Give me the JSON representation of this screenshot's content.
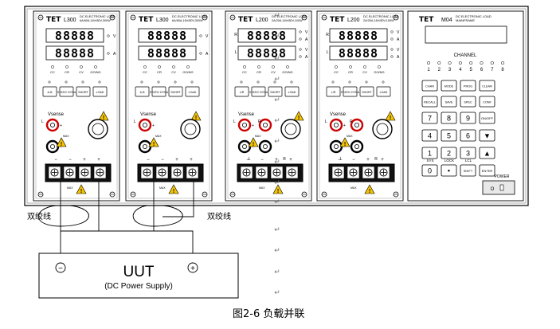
{
  "loads": [
    {
      "brand": "TET",
      "model": "L300",
      "title": "DC ELECTRONIC LOAD",
      "spec": "6A/60A,16V/80V,300W",
      "mode_labels": [
        "CC",
        "CR",
        "CV",
        "GO/NG"
      ],
      "buttons": [
        "A-B",
        "STATIC DYNA",
        "SHORT",
        "LOAD"
      ],
      "vsense": "Vsense",
      "dual": false,
      "display": "88888"
    },
    {
      "brand": "TET",
      "model": "L300",
      "title": "DC ELECTRONIC LOAD",
      "spec": "6A/60A,16V/80V,300W",
      "mode_labels": [
        "CC",
        "CR",
        "CV",
        "GO/NG"
      ],
      "buttons": [
        "A-B",
        "STATIC DYNA",
        "SHORT",
        "LOAD"
      ],
      "vsense": "Vsense",
      "dual": false,
      "display": "88888"
    },
    {
      "brand": "TET",
      "model": "L200",
      "title": "DC ELECTRONIC LOAD",
      "spec": "2A/20A,16V/80V,100W",
      "mode_labels": [
        "CC",
        "CR",
        "CV",
        "GO/NG"
      ],
      "buttons": [
        "L/R",
        "STATIC DYNA",
        "SHORT",
        "LOAD"
      ],
      "vsense": "Vsense",
      "dual": true,
      "display": "88888"
    },
    {
      "brand": "TET",
      "model": "L200",
      "title": "DC ELECTRONIC LOAD",
      "spec": "2A/20A,16V/80V,100W",
      "mode_labels": [
        "CC",
        "CR",
        "CV",
        "GO/NG"
      ],
      "buttons": [
        "L/R",
        "STATIC DYNA",
        "SHORT",
        "LOAD"
      ],
      "vsense": "Vsense",
      "dual": true,
      "display": "88888"
    }
  ],
  "unit_labels": {
    "v": "V",
    "a": "A",
    "r": "R",
    "l": "L",
    "plus": "+",
    "minus": "−",
    "max": "MAX"
  },
  "mainframe": {
    "brand": "TET",
    "model": "M04",
    "title": "DC ELECTRONIC LOAD",
    "subtitle": "MAINFRAME",
    "channel_label": "CHANNEL",
    "channels": [
      "1",
      "2",
      "3",
      "4",
      "5",
      "6",
      "7",
      "8"
    ],
    "func_keys": [
      [
        "CHAN",
        "MODE",
        "PROG",
        "CLEAR"
      ],
      [
        "RECALL",
        "SAVE",
        "SPEC",
        "CONF"
      ]
    ],
    "num_keys": [
      [
        "7",
        "8",
        "9",
        "ON/OFF"
      ],
      [
        "4",
        "5",
        "6",
        "▼"
      ],
      [
        "1",
        "2",
        "3",
        "▲"
      ],
      [
        "0",
        "•",
        "SHIFT",
        "ENTER"
      ]
    ],
    "sub_labels": [
      "SYS",
      "LOCK",
      "LCL"
    ],
    "power_label": "POWER"
  },
  "wire_label_left": "双绞线",
  "wire_label_right": "双绞线",
  "uut": {
    "title": "UUT",
    "subtitle": "(DC Power Supply)",
    "neg": "−",
    "pos": "+"
  },
  "caption": "图2-6 负载并联",
  "return_mark": "↵",
  "colors": {
    "panel": "#ffffff",
    "frame": "#555555",
    "line": "#000000",
    "red": "#cc0000",
    "warn": "#f5c400",
    "display_bg": "#ffffff"
  }
}
